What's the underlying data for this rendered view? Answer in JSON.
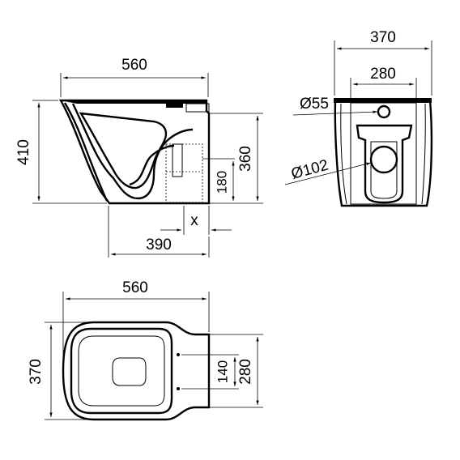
{
  "side_view": {
    "width_label": "560",
    "height_label": "410",
    "outlet_height_label": "360",
    "waste_height_label": "180",
    "x_label": "x",
    "depth_label": "390"
  },
  "rear_view": {
    "width_label": "370",
    "inner_width_label": "280",
    "inlet_label": "Ø55",
    "outlet_label": "Ø102"
  },
  "top_view": {
    "length_label": "560",
    "width_label": "370",
    "fixing_inner_label": "140",
    "fixing_outer_label": "280"
  }
}
